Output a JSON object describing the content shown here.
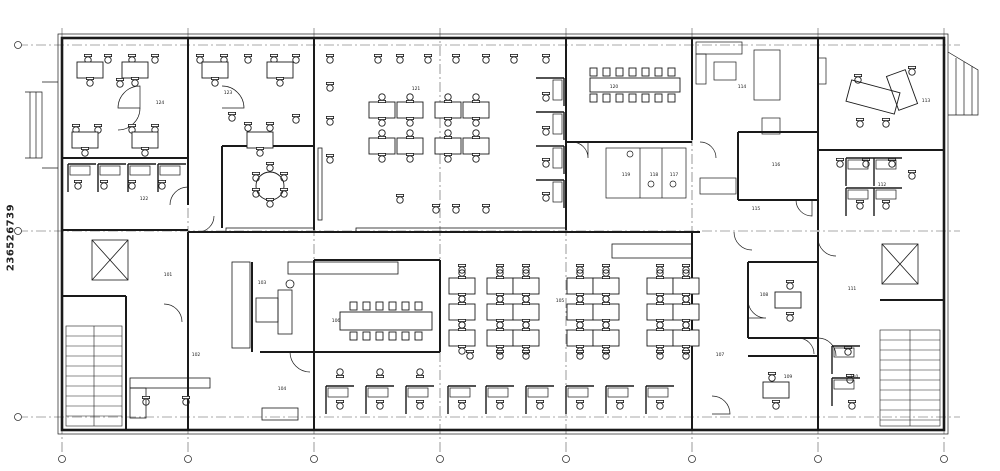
{
  "watermark": "236526739",
  "rooms": [
    {
      "id": "101",
      "label": "101"
    },
    {
      "id": "102",
      "label": "102"
    },
    {
      "id": "103",
      "label": "103"
    },
    {
      "id": "104",
      "label": "104"
    },
    {
      "id": "105",
      "label": "105"
    },
    {
      "id": "106",
      "label": "106"
    },
    {
      "id": "107",
      "label": "107"
    },
    {
      "id": "108",
      "label": "108"
    },
    {
      "id": "109",
      "label": "109"
    },
    {
      "id": "110",
      "label": "110"
    },
    {
      "id": "111",
      "label": "111"
    },
    {
      "id": "112",
      "label": "112"
    },
    {
      "id": "113",
      "label": "113"
    },
    {
      "id": "114",
      "label": "114"
    },
    {
      "id": "115",
      "label": "115"
    },
    {
      "id": "116",
      "label": "116"
    },
    {
      "id": "117",
      "label": "117"
    },
    {
      "id": "118",
      "label": "118"
    },
    {
      "id": "119",
      "label": "119"
    },
    {
      "id": "120",
      "label": "120"
    },
    {
      "id": "121",
      "label": "121"
    },
    {
      "id": "122",
      "label": "122"
    },
    {
      "id": "123",
      "label": "123"
    },
    {
      "id": "124",
      "label": "124"
    }
  ],
  "colors": {
    "line": "#1a1a1a",
    "grid": "#555555",
    "background": "#ffffff"
  }
}
